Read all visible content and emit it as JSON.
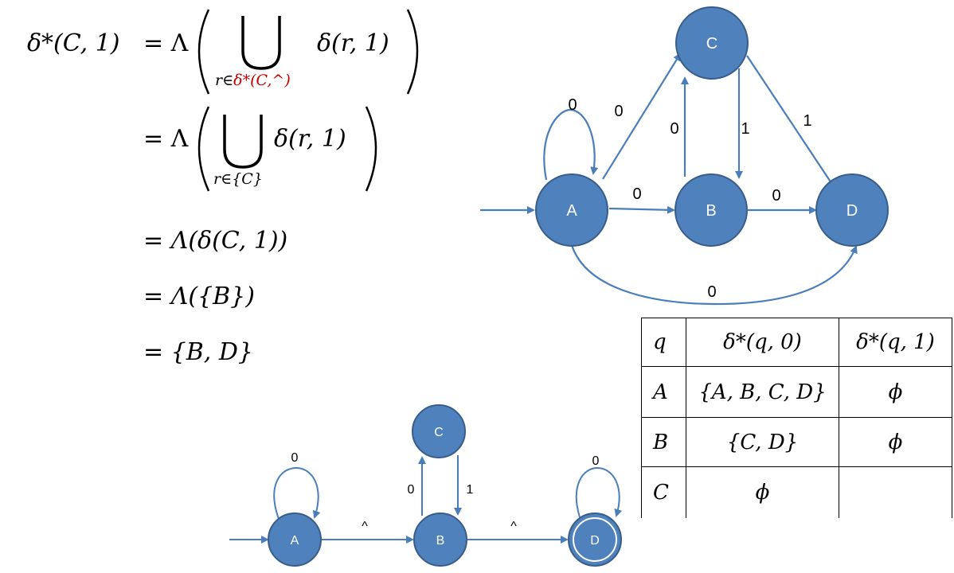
{
  "derivation": {
    "lhs": "δ*(C, 1)",
    "step1": "= Λ(",
    "step1_close": ")",
    "step1_term": "δ(r, 1)",
    "step1_sub_prefix": "r∈",
    "step1_sub_set": "δ*(C,^)",
    "step2": "= Λ(",
    "step2_close": ")",
    "step2_term": "δ(r, 1)",
    "step2_sub": "r∈{C}",
    "step3": "= Λ(δ(C, 1))",
    "step4": "= Λ({B})",
    "step5": "= {B, D}"
  },
  "top_graph": {
    "nodes": {
      "A": "A",
      "B": "B",
      "C": "C",
      "D": "D"
    },
    "edges": {
      "a_self": "0",
      "a_c": "0",
      "a_b": "0",
      "b_c": "0",
      "c_b": "1",
      "c_d": "1",
      "b_d": "0",
      "a_d": "0"
    }
  },
  "bottom_graph": {
    "nodes": {
      "A": "A",
      "B": "B",
      "C": "C",
      "D": "D"
    },
    "edges": {
      "a_self": "0",
      "a_b": "^",
      "b_c": "0",
      "c_b": "1",
      "b_d": "^",
      "d_self": "0"
    }
  },
  "table": {
    "headers": [
      "q",
      "δ*(q, 0)",
      "δ*(q, 1)"
    ],
    "rows": [
      [
        "A",
        "{A, B, C, D}",
        "ϕ"
      ],
      [
        "B",
        "{C, D}",
        "ϕ"
      ],
      [
        "C",
        "ϕ",
        ""
      ]
    ]
  },
  "colors": {
    "node_fill": "#4f81bd",
    "node_stroke": "#385d8a",
    "edge": "#4a7ebb",
    "highlight": "#c00000"
  }
}
